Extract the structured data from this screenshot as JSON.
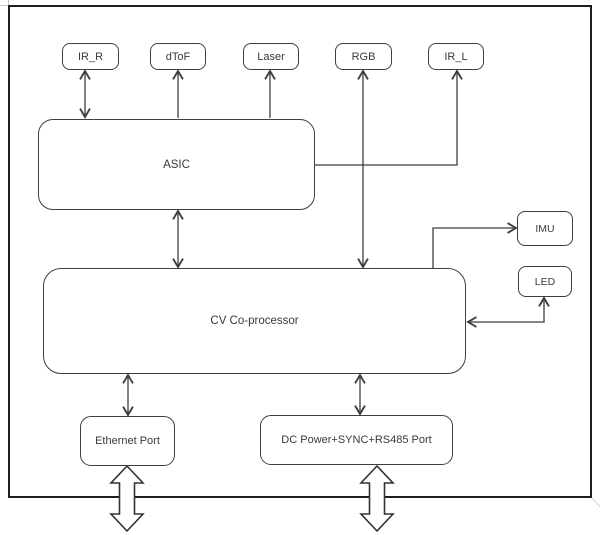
{
  "colors": {
    "wire": "#3f3f3f",
    "outer_border": "#1e1e1e",
    "box_fill": "#ffffff"
  },
  "blocks": {
    "ir_r": "IR_R",
    "dtof": "dToF",
    "laser": "Laser",
    "rgb": "RGB",
    "ir_l": "IR_L",
    "asic": "ASIC",
    "cv": "CV Co-processor",
    "imu": "IMU",
    "led": "LED",
    "ethernet": "Ethernet Port",
    "dc": "DC Power+SYNC+RS485 Port"
  },
  "connections": [
    {
      "from": "ASIC",
      "to": "IR_R",
      "direction": "bidirectional"
    },
    {
      "from": "ASIC",
      "to": "dToF",
      "direction": "one-way"
    },
    {
      "from": "ASIC",
      "to": "Laser",
      "direction": "one-way"
    },
    {
      "from": "ASIC",
      "to": "IR_L",
      "direction": "one-way"
    },
    {
      "from": "CV Co-processor",
      "to": "RGB",
      "direction": "bidirectional"
    },
    {
      "from": "ASIC",
      "to": "CV Co-processor",
      "direction": "bidirectional"
    },
    {
      "from": "CV Co-processor",
      "to": "IMU",
      "direction": "one-way"
    },
    {
      "from": "CV Co-processor",
      "to": "LED",
      "direction": "bidirectional"
    },
    {
      "from": "CV Co-processor",
      "to": "Ethernet Port",
      "direction": "bidirectional"
    },
    {
      "from": "CV Co-processor",
      "to": "DC Power+SYNC+RS485 Port",
      "direction": "bidirectional"
    },
    {
      "from": "Ethernet Port",
      "to": "external",
      "direction": "bidirectional"
    },
    {
      "from": "DC Power+SYNC+RS485 Port",
      "to": "external",
      "direction": "bidirectional"
    }
  ]
}
